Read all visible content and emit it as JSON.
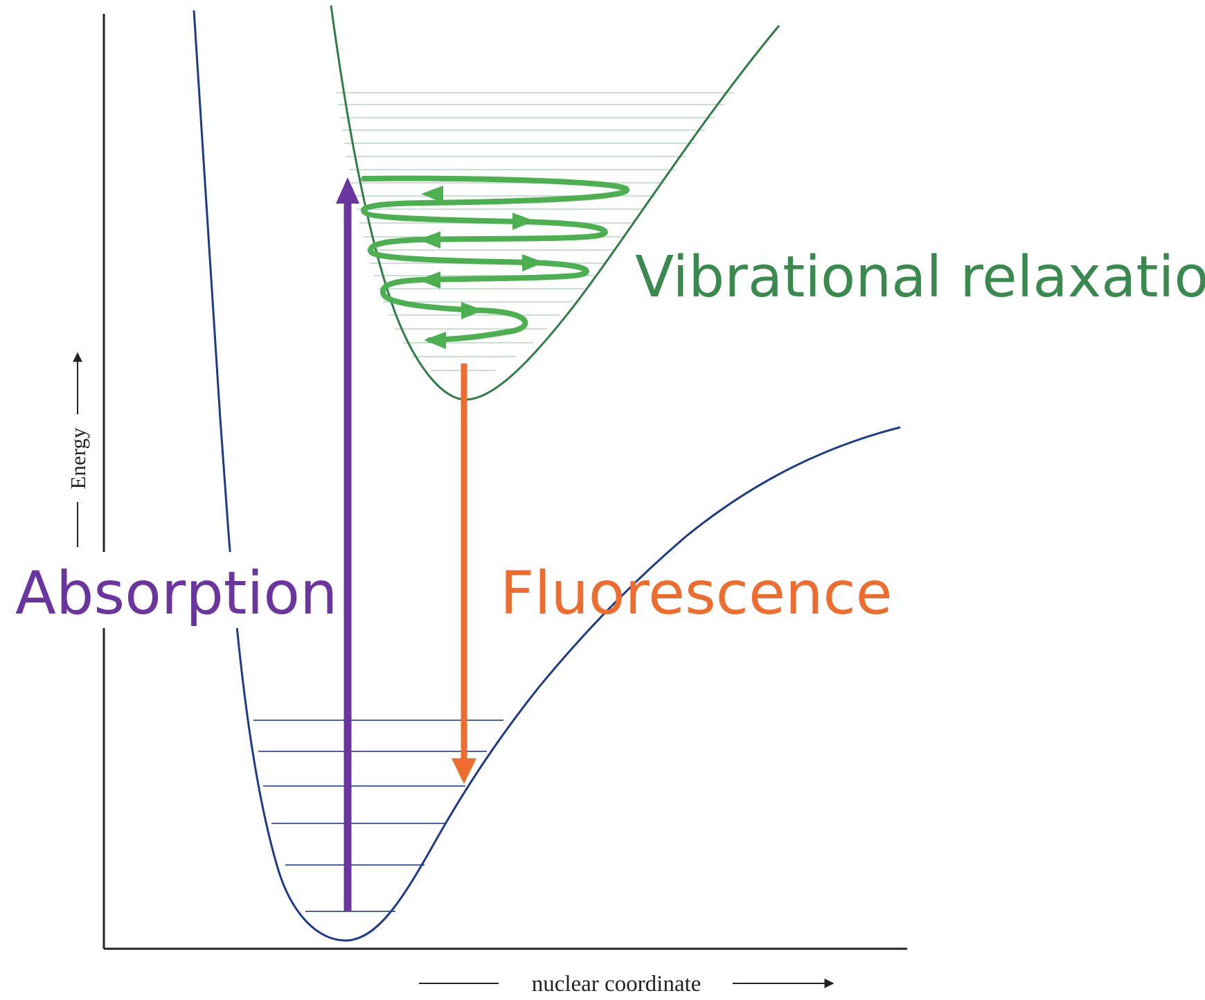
{
  "labels": {
    "vibrational": "Vibrational relaxation",
    "absorption": "Absorption",
    "fluorescence": "Fluorescence",
    "y_axis": "Energy",
    "x_axis": "nuclear coordinate"
  },
  "colors": {
    "ground_curve": "#1d3a8a",
    "ground_levels": "#4a63a8",
    "excited_curve": "#2e7d46",
    "excited_levels": "#b9d3c2",
    "relaxation": "#4caf50",
    "absorption": "#6b35a0",
    "fluorescence": "#ee6d2e",
    "vibrational_text": "#3a8a4f",
    "axis": "#222222"
  },
  "states": [
    {
      "name": "ground",
      "vibrational_levels_shown": 6
    },
    {
      "name": "excited",
      "vibrational_levels_shown": 20
    }
  ]
}
